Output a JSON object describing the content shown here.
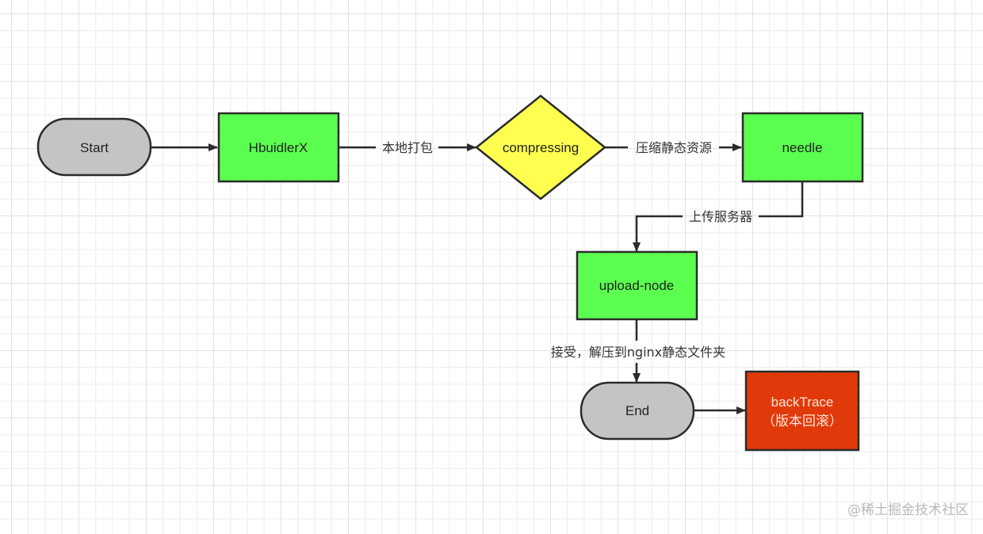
{
  "diagram": {
    "type": "flowchart",
    "nodes": [
      {
        "id": "start",
        "label": "Start",
        "shape": "terminator",
        "fill": "#c4c4c4",
        "text_color": "#333333"
      },
      {
        "id": "hbuilderx",
        "label": "HbuidlerX",
        "shape": "process",
        "fill": "#5bff4f",
        "text_color": "#222222"
      },
      {
        "id": "compressing",
        "label": "compressing",
        "shape": "decision",
        "fill": "#ffff4f",
        "text_color": "#222222"
      },
      {
        "id": "needle",
        "label": "needle",
        "shape": "process",
        "fill": "#5bff4f",
        "text_color": "#222222"
      },
      {
        "id": "upload_node",
        "label": "upload-node",
        "shape": "process",
        "fill": "#5bff4f",
        "text_color": "#222222"
      },
      {
        "id": "end",
        "label": "End",
        "shape": "terminator",
        "fill": "#c4c4c4",
        "text_color": "#333333"
      },
      {
        "id": "backtrace",
        "label_line1": "backTrace",
        "label_line2": "（版本回滚）",
        "shape": "process",
        "fill": "#e03a0a",
        "text_color": "#ffe3d8"
      }
    ],
    "edges": [
      {
        "from": "start",
        "to": "hbuilderx",
        "label": ""
      },
      {
        "from": "hbuilderx",
        "to": "compressing",
        "label": "本地打包"
      },
      {
        "from": "compressing",
        "to": "needle",
        "label": "压缩静态资源"
      },
      {
        "from": "needle",
        "to": "upload_node",
        "label": "上传服务器"
      },
      {
        "from": "upload_node",
        "to": "end",
        "label": "接受，解压到nginx静态文件夹"
      },
      {
        "from": "end",
        "to": "backtrace",
        "label": ""
      }
    ],
    "stroke_color": "#2b2b2b"
  },
  "watermark": "@稀土掘金技术社区"
}
